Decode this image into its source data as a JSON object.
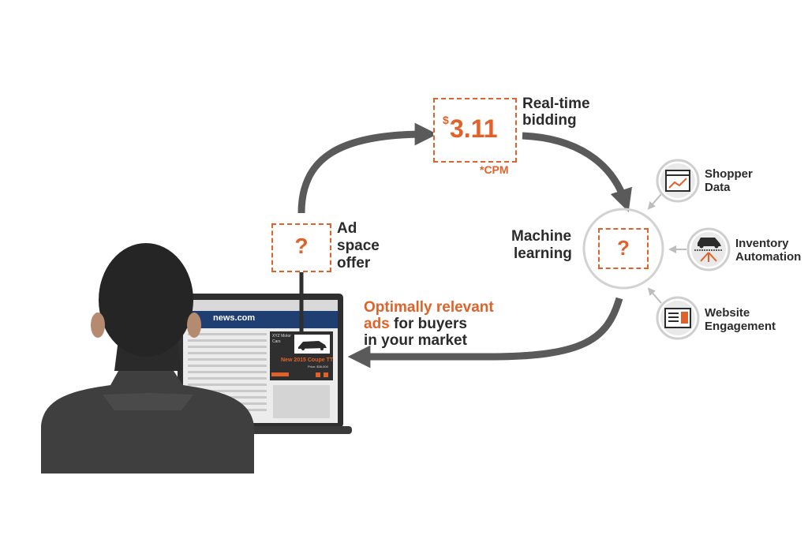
{
  "bidding": {
    "price": "3.11",
    "currency_symbol": "$",
    "unit": "*CPM",
    "label_line1": "Real-time",
    "label_line2": "bidding"
  },
  "ad_space": {
    "label_line1": "Ad",
    "label_line2": "space",
    "label_line3": "offer",
    "placeholder": "?"
  },
  "machine_learning": {
    "label_line1": "Machine",
    "label_line2": "learning",
    "placeholder": "?"
  },
  "result": {
    "line1": "Optimally relevant",
    "line2_orange": "ads",
    "line2_dark": " for buyers",
    "line3": "in your market"
  },
  "inputs": [
    {
      "line1": "Shopper",
      "line2": "Data",
      "icon": "shopper-data-icon"
    },
    {
      "line1": "Inventory",
      "line2": "Automation",
      "icon": "inventory-automation-icon"
    },
    {
      "line1": "Website",
      "line2": "Engagement",
      "icon": "website-engagement-icon"
    }
  ],
  "laptop": {
    "site": "news.com",
    "ad_title": "New 2015 Coupe TT",
    "ad_small_1": "XYZ Motor",
    "ad_small_2": "Cars",
    "ad_price": "Price: $36,000"
  },
  "colors": {
    "orange": "#e0622a",
    "dark": "#2b2b2b",
    "arrow": "#5a5a5a",
    "ring": "#cfcfcf",
    "browser_bar": "#1f3f73"
  }
}
